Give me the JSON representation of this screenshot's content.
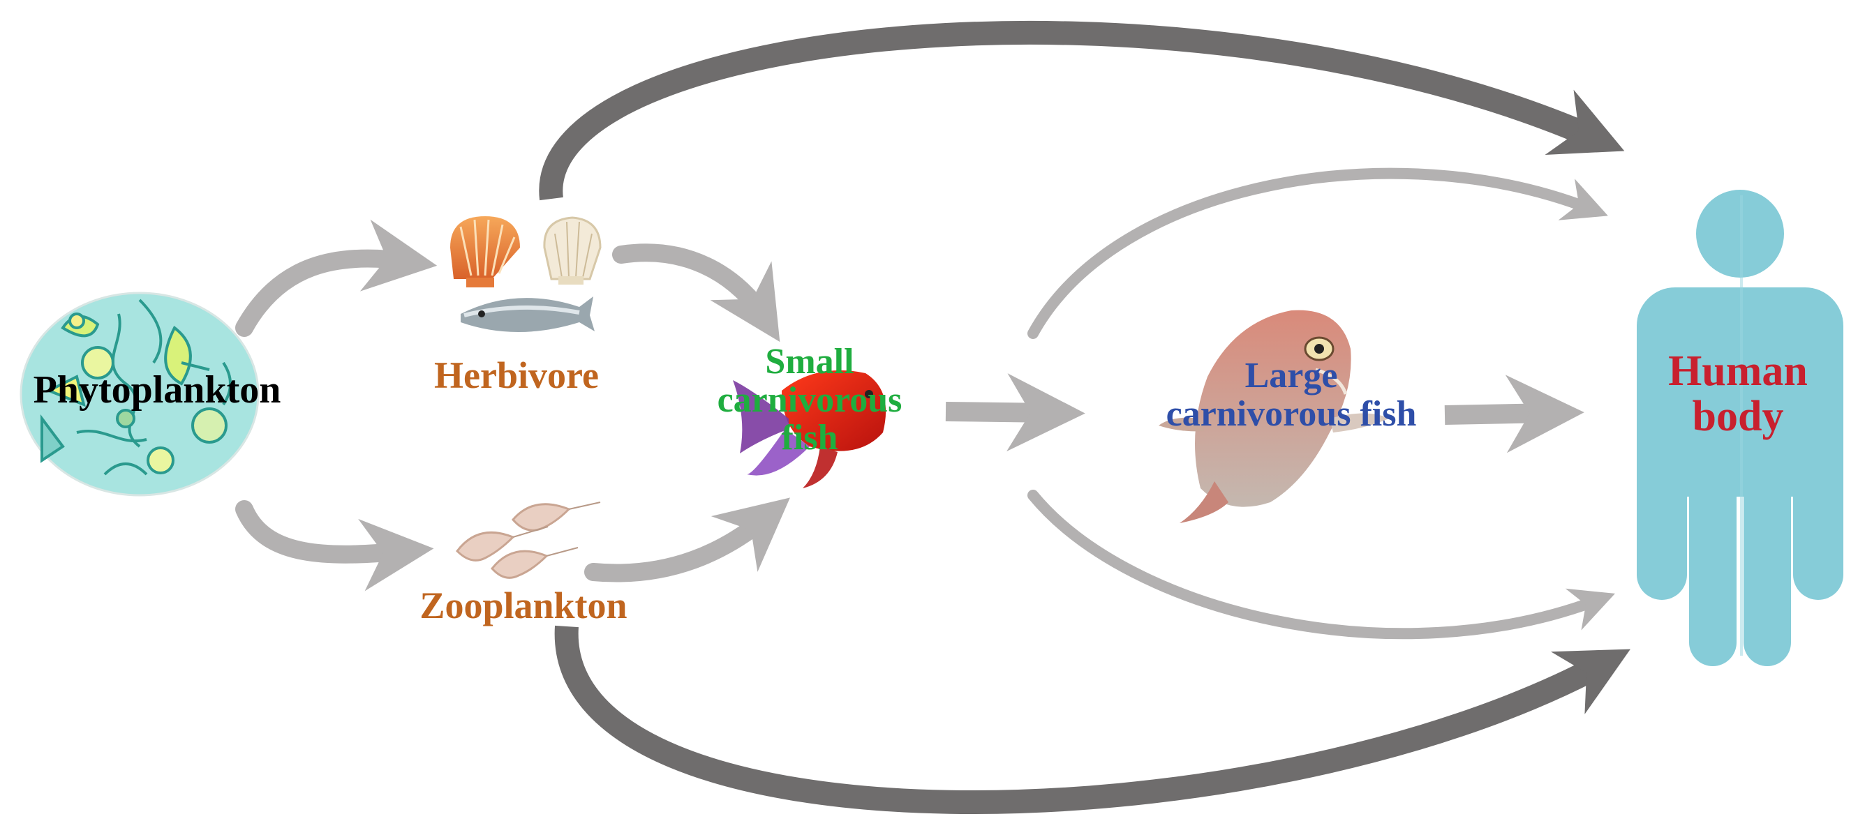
{
  "nodes": {
    "phytoplankton": {
      "label": "Phytoplankton"
    },
    "herbivore": {
      "label": "Herbivore"
    },
    "zooplankton": {
      "label": "Zooplankton"
    },
    "small_fish": {
      "label_lines": [
        "Small",
        "carnivorous",
        "fish"
      ]
    },
    "large_fish": {
      "label_lines": [
        "Large",
        "carnivorous fish"
      ]
    },
    "human": {
      "label_lines": [
        "Human",
        "body"
      ]
    }
  },
  "colors": {
    "arrow_light": "#b3b1b1",
    "arrow_dark": "#6f6d6d",
    "herbivore_text": "#c0651f",
    "zooplankton_text": "#c0651f",
    "small_fish_text": "#1fad3f",
    "large_fish_text": "#2e4ea8",
    "human_text": "#c8202e",
    "human_figure": "#86ccd8",
    "plankton_bg": "#a8e4e0"
  }
}
